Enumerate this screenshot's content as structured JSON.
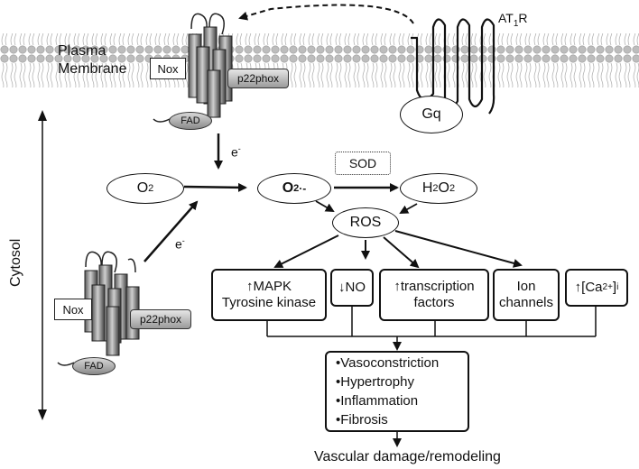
{
  "membrane": {
    "label_line1": "Plasma",
    "label_line2": "Membrane"
  },
  "cytosol_label": "Cytosol",
  "receptor": {
    "label": "AT",
    "label_sub": "1",
    "label_suffix": "R",
    "gq_label": "Gq"
  },
  "nox_top": {
    "nox": "Nox",
    "p22": "p22phox",
    "fad": "FAD"
  },
  "nox_bottom": {
    "nox": "Nox",
    "p22": "p22phox",
    "fad": "FAD"
  },
  "electron_label": "e",
  "electron_sup": "-",
  "o2": {
    "base": "O",
    "sub": "2"
  },
  "superoxide": {
    "base": "O",
    "sub": "2",
    "sup": "·-"
  },
  "sod": "SOD",
  "h2o2": {
    "h": "H",
    "h_sub": "2",
    "o": "O",
    "o_sub": "2"
  },
  "ros": "ROS",
  "effects": {
    "mapk_line1": "↑MAPK",
    "mapk_line2": "Tyrosine kinase",
    "no": "↓NO",
    "tf_line1": "↑transcription",
    "tf_line2": "factors",
    "ion_line1": "Ion",
    "ion_line2": "channels",
    "ca_prefix": "↑[Ca",
    "ca_sup": "2+",
    "ca_suffix": "]",
    "ca_sub": "i"
  },
  "outcomes": [
    "•Vasoconstriction",
    "•Hypertrophy",
    "•Inflammation",
    "•Fibrosis"
  ],
  "final": "Vascular damage/remodeling"
}
